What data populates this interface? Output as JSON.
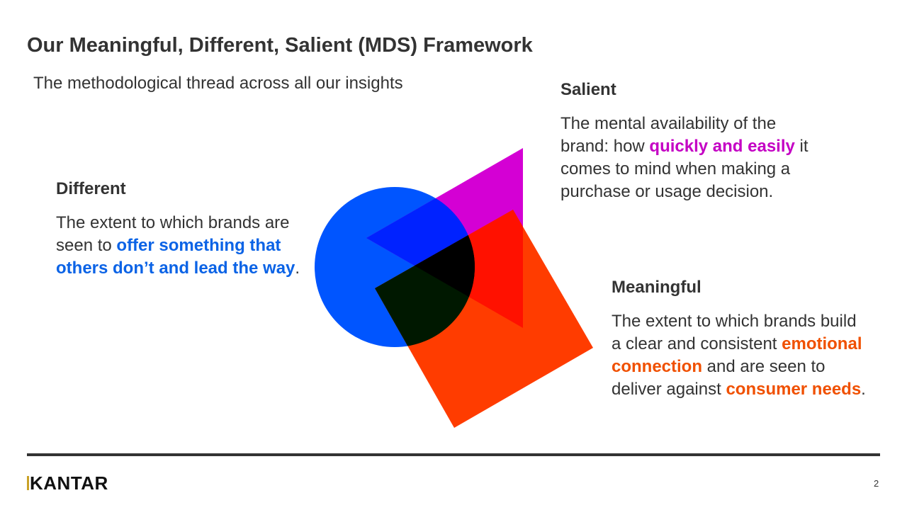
{
  "title": "Our Meaningful, Different, Salient (MDS) Framework",
  "subtitle": "The methodological thread across all our insights",
  "different": {
    "heading": "Different",
    "text_before": "The extent to which brands are seen to ",
    "highlight": "offer something that others don’t and lead the way",
    "text_after": "."
  },
  "salient": {
    "heading": "Salient",
    "text_before": "The mental availability of the brand: how ",
    "highlight": "quickly and easily",
    "text_after": " it comes to mind when making a purchase or usage decision."
  },
  "meaningful": {
    "heading": "Meaningful",
    "text_before": "The extent to which brands build a clear and consistent ",
    "highlight1": "emotional connection",
    "text_middle": " and are seen to deliver against ",
    "highlight2": "consumer needs",
    "text_after": "."
  },
  "footer": {
    "logo": "KANTAR",
    "page_number": "2"
  },
  "colors": {
    "circle": "#0055ff",
    "triangle": "#d400d4",
    "square": "#ff3c00",
    "circle_triangle": "#0022ff",
    "triangle_square": "#ff1100",
    "circle_square": "#001800",
    "all": "#000000"
  }
}
